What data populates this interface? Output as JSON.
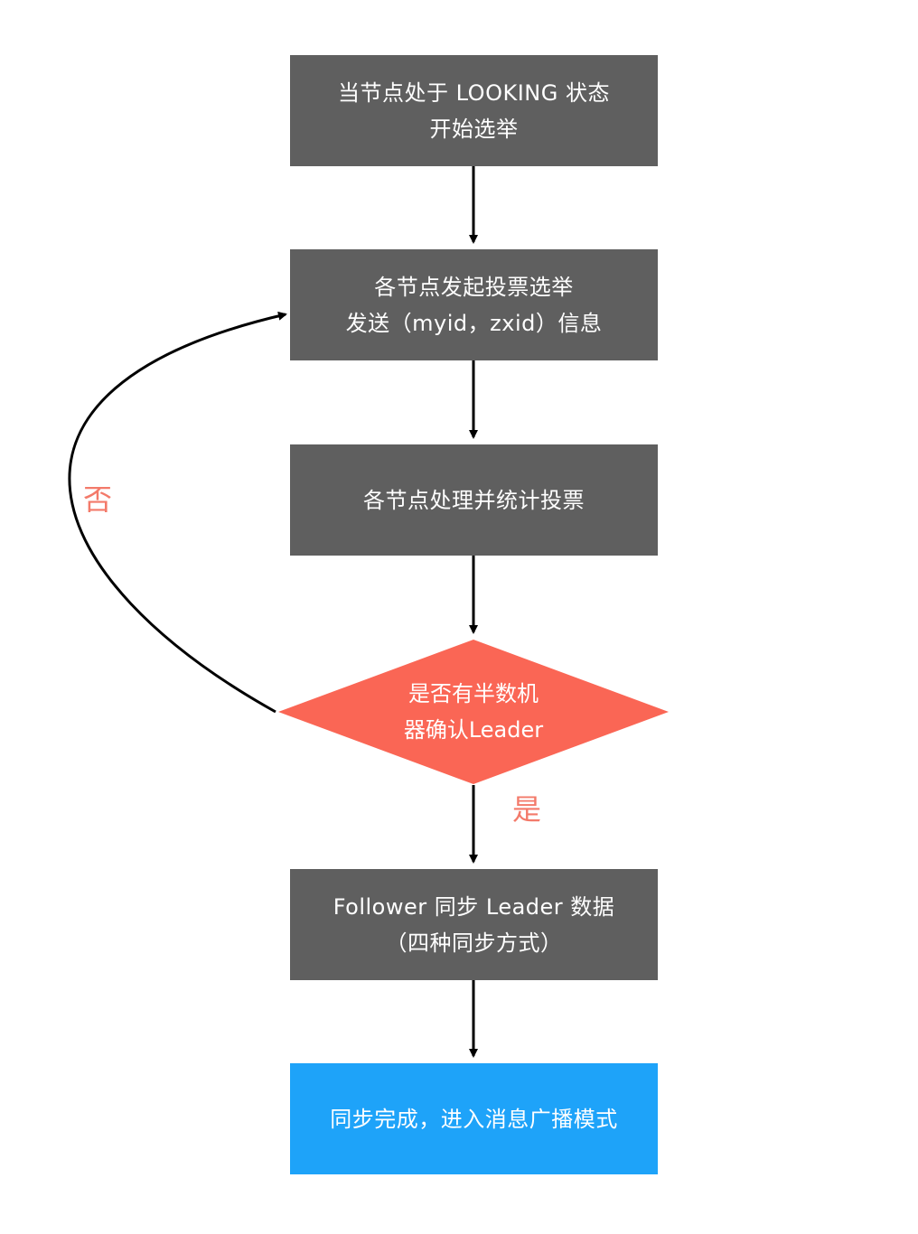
{
  "colors": {
    "process_box": "#5f5f5f",
    "decision": "#fa6655",
    "final_box": "#1ea3f9",
    "branch_label": "#f37a6a",
    "arrow": "#000000"
  },
  "nodes": {
    "start": {
      "line1": "当节点处于 LOOKING 状态",
      "line2": "开始选举"
    },
    "vote": {
      "line1": "各节点发起投票选举",
      "line2": "发送（myid，zxid）信息"
    },
    "count": {
      "line1": "各节点处理并统计投票"
    },
    "decision": {
      "line1": "是否有半数机",
      "line2": "器确认Leader"
    },
    "sync": {
      "line1": "Follower 同步 Leader 数据",
      "line2": "（四种同步方式）"
    },
    "done": {
      "line1": "同步完成，进入消息广播模式"
    }
  },
  "branches": {
    "no": "否",
    "yes": "是"
  }
}
